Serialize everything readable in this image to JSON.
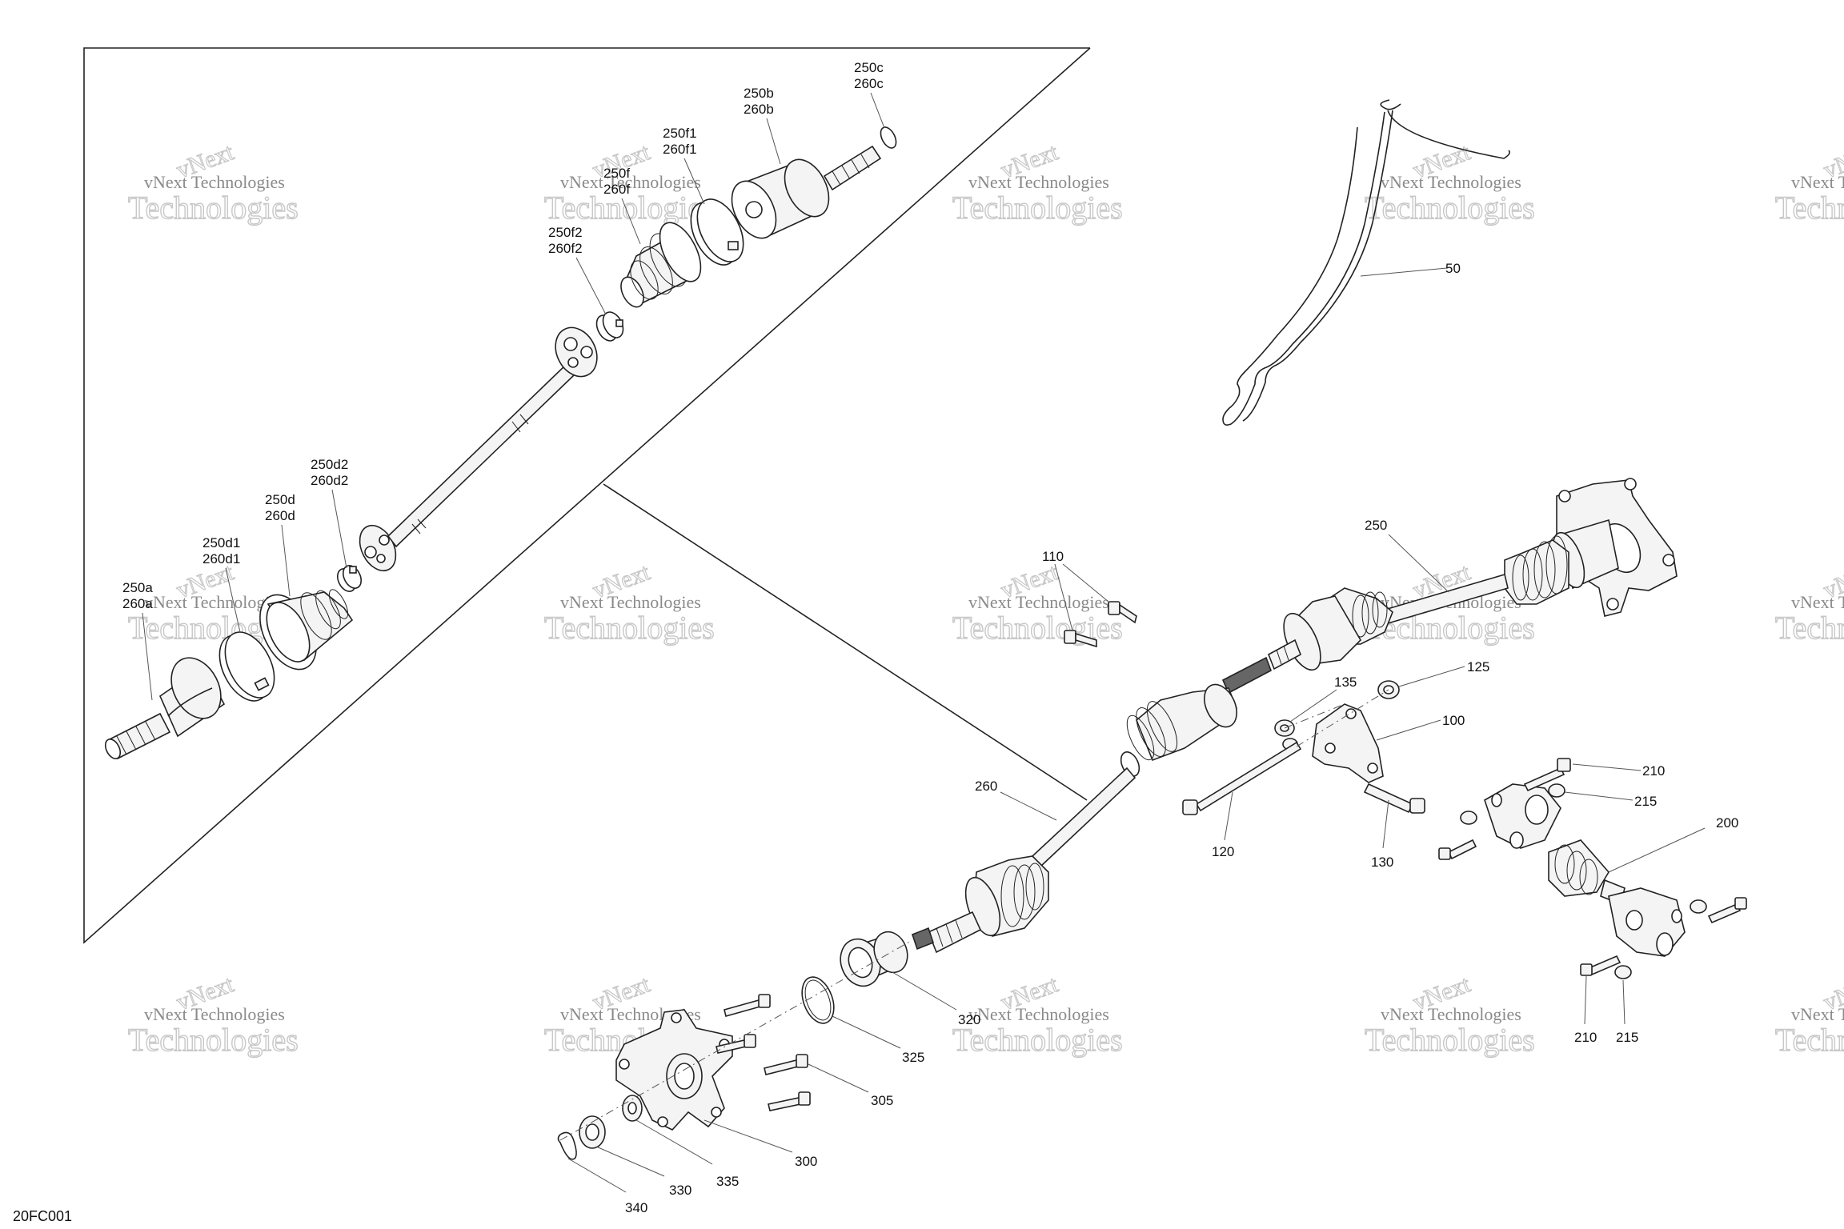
{
  "drawing_code": "20FC001",
  "watermark": {
    "line1": "vNext Technologies",
    "line2": "Technologies",
    "overlay": "vNext"
  },
  "callouts": {
    "c50": "50",
    "c110": "110",
    "c120": "120",
    "c125": "125",
    "c130": "130",
    "c135": "135",
    "c100": "100",
    "c200": "200",
    "c210a": "210",
    "c210b": "210",
    "c215a": "215",
    "c215b": "215",
    "c250": "250",
    "c260": "260",
    "c300": "300",
    "c305": "305",
    "c320": "320",
    "c325": "325",
    "c330": "330",
    "c335": "335",
    "c340": "340",
    "c250a": "250a",
    "c260a": "260a",
    "c250d1": "250d1",
    "c260d1": "260d1",
    "c250d": "250d",
    "c260d": "260d",
    "c250d2": "250d2",
    "c260d2": "260d2",
    "c250f2": "250f2",
    "c260f2": "260f2",
    "c250f": "250f",
    "c260f": "260f",
    "c250f1": "250f1",
    "c260f1": "260f1",
    "c250b": "250b",
    "c260b": "260b",
    "c250c": "250c",
    "c260c": "260c"
  }
}
